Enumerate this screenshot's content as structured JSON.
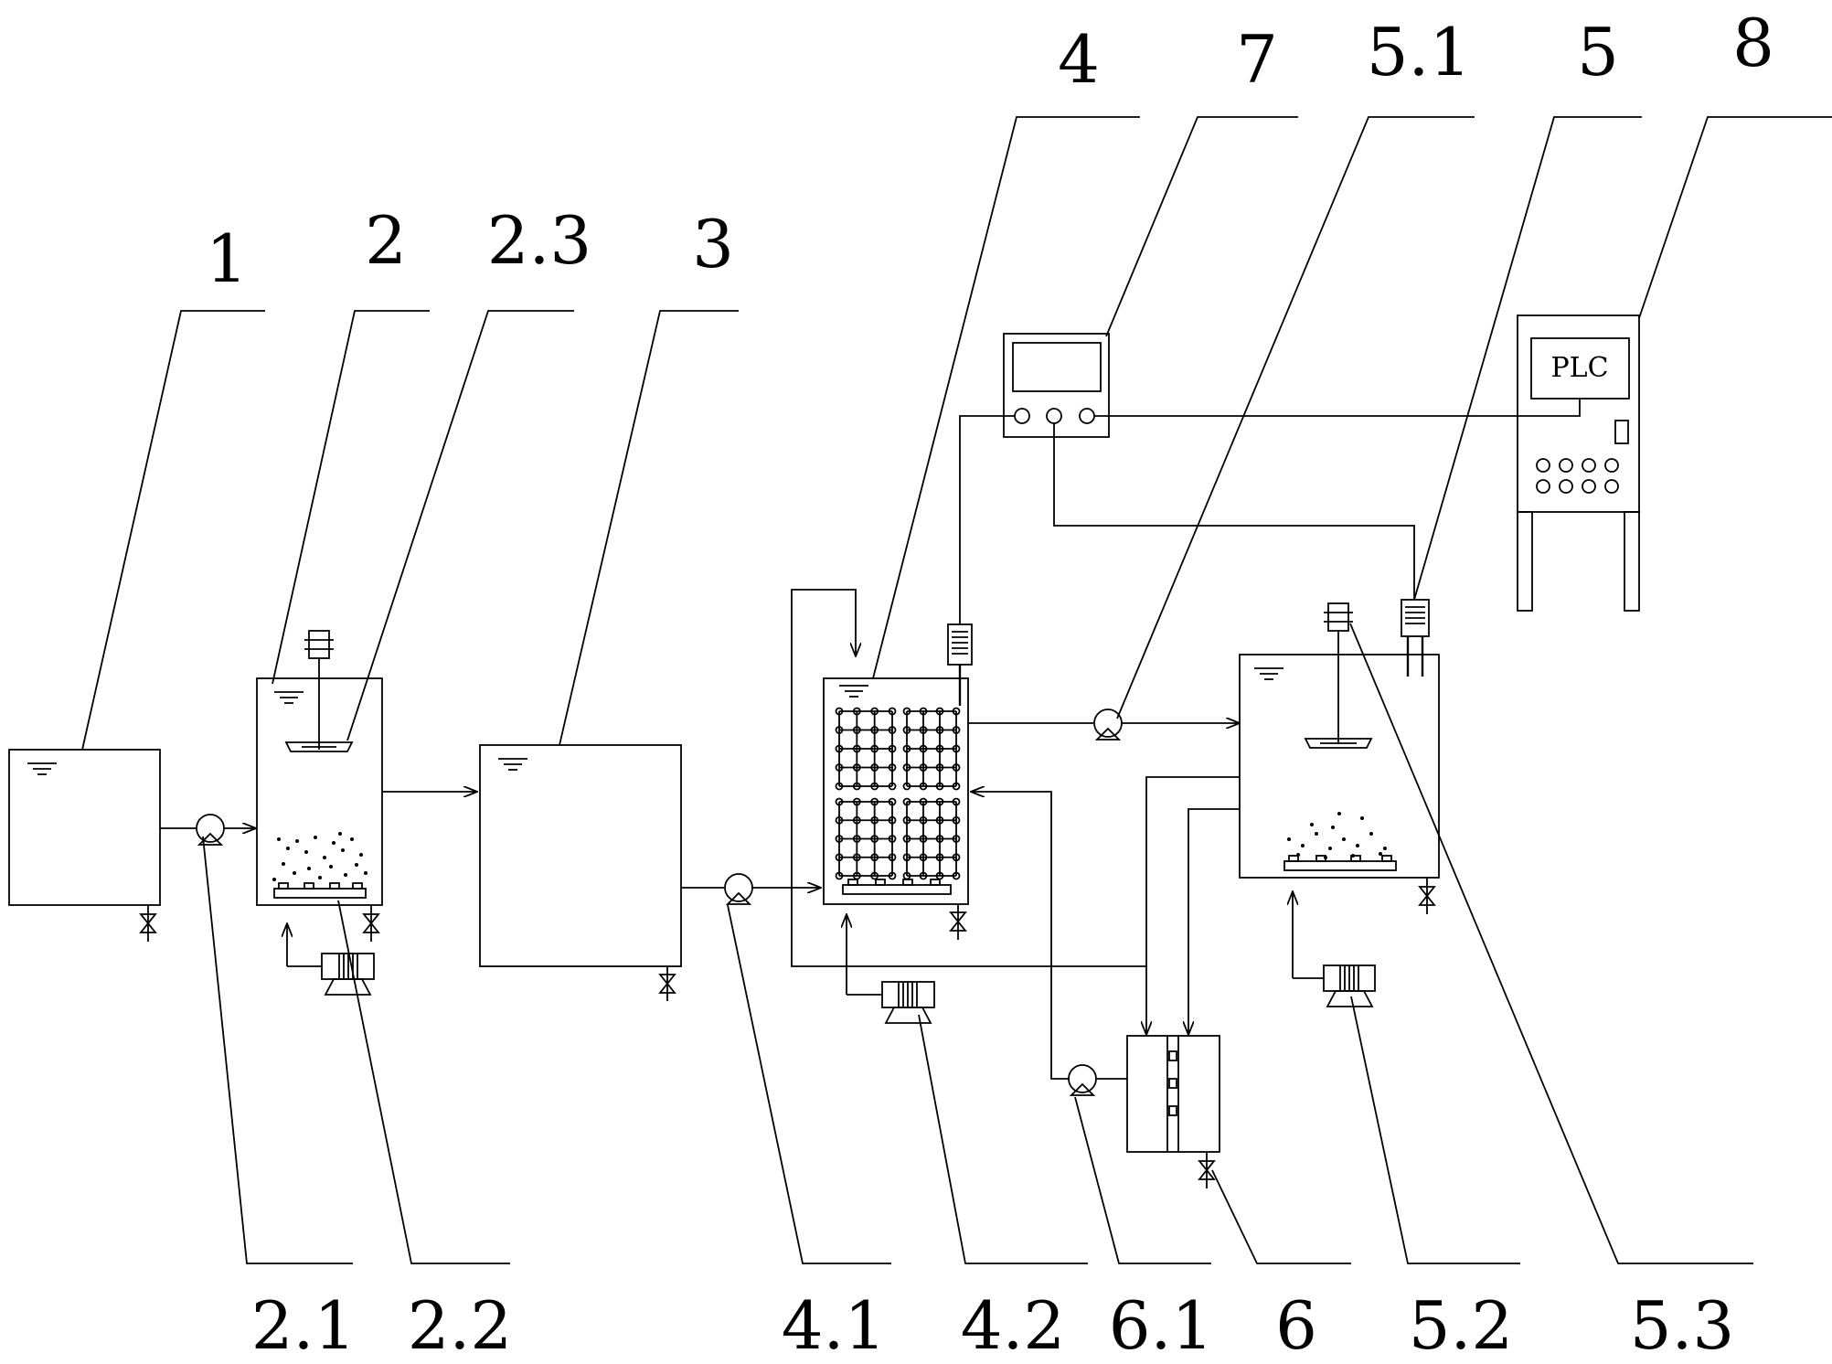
{
  "callouts": [
    {
      "id": "c1",
      "text": "1"
    },
    {
      "id": "c2",
      "text": "2"
    },
    {
      "id": "c23",
      "text": "2.3"
    },
    {
      "id": "c3",
      "text": "3"
    },
    {
      "id": "c4",
      "text": "4"
    },
    {
      "id": "c7",
      "text": "7"
    },
    {
      "id": "c51",
      "text": "5.1"
    },
    {
      "id": "c5",
      "text": "5"
    },
    {
      "id": "c8",
      "text": "8"
    },
    {
      "id": "c21",
      "text": "2.1"
    },
    {
      "id": "c22",
      "text": "2.2"
    },
    {
      "id": "c41",
      "text": "4.1"
    },
    {
      "id": "c42",
      "text": "4.2"
    },
    {
      "id": "c61",
      "text": "6.1"
    },
    {
      "id": "c6",
      "text": "6"
    },
    {
      "id": "c52",
      "text": "5.2"
    },
    {
      "id": "c53",
      "text": "5.3"
    }
  ],
  "plc_label": "PLC"
}
